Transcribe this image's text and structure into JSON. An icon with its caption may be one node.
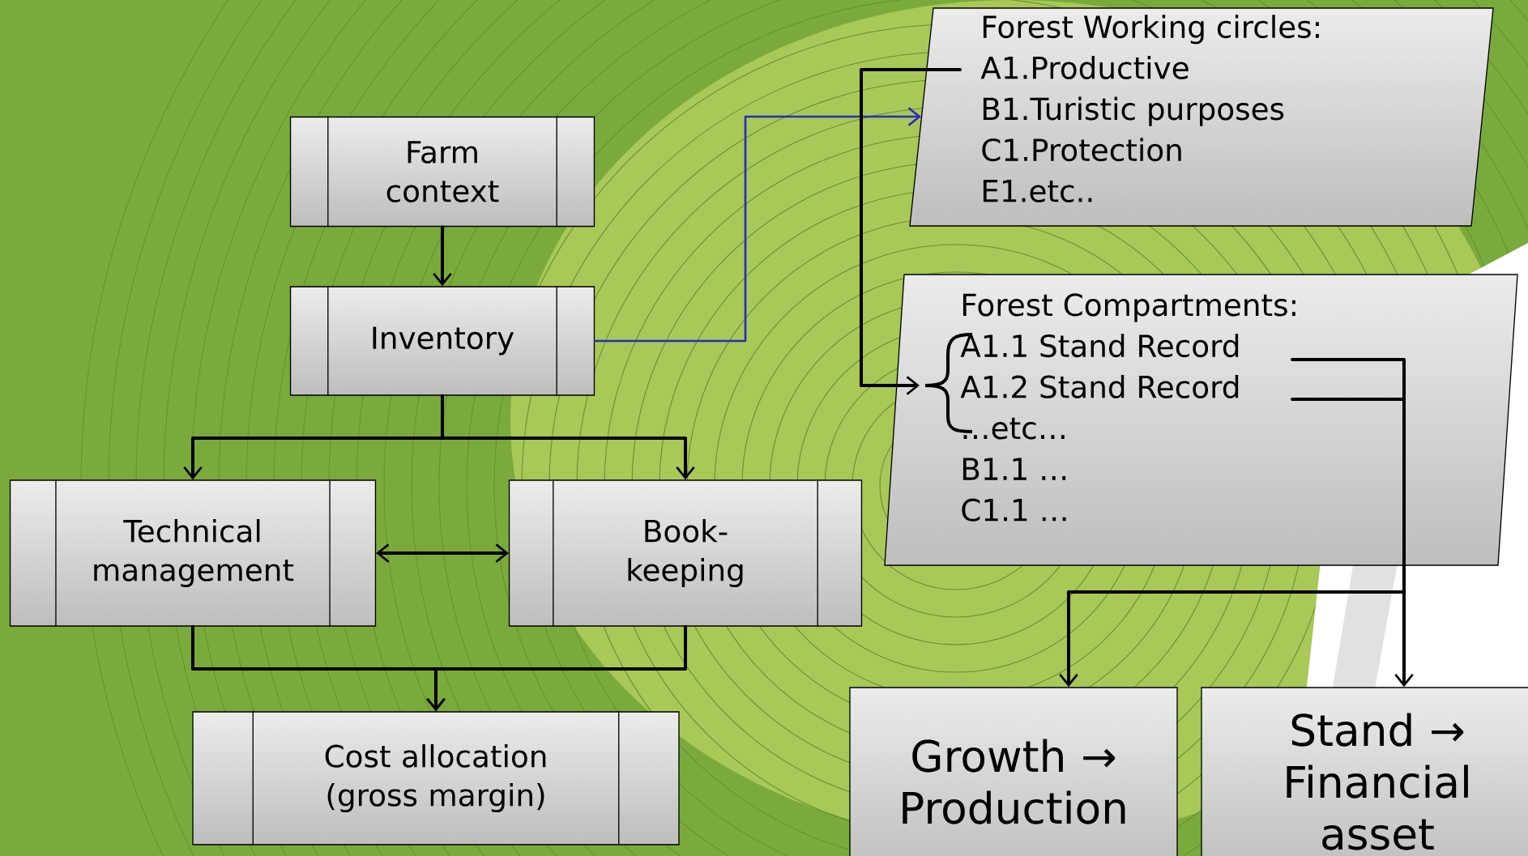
{
  "diagram": {
    "nodes": [
      {
        "text": [
          "Farm context"
        ]
      },
      {
        "text": [
          "Inventory"
        ]
      },
      {
        "text": [
          "Technical management"
        ]
      },
      {
        "text": [
          "Book-keeping"
        ]
      },
      {
        "text": [
          "Cost allocation (gross margin)"
        ]
      },
      {
        "text": [
          "Forest Working circles:",
          "A1.Productive",
          "B1.Turistic purposes",
          "C1.Protection",
          "E1.etc.."
        ]
      },
      {
        "text": [
          "Forest Compartments:",
          "A1.1 Stand Record",
          "A1.2 Stand Record",
          "…etc…",
          "B1.1 …",
          "C1.1 …"
        ]
      },
      {
        "text": [
          "Growth → Production"
        ]
      },
      {
        "text": [
          "Stand → Financial asset"
        ]
      }
    ],
    "edges": [
      {
        "from": 0,
        "to": 1,
        "arrow": "to"
      },
      {
        "from": 1,
        "to": 5,
        "arrow": "to",
        "color": "#2b2bbf"
      },
      {
        "from": 1,
        "to": 2,
        "arrow": "to"
      },
      {
        "from": 1,
        "to": 3,
        "arrow": "to"
      },
      {
        "from": 2,
        "to": 3,
        "arrow": "both"
      },
      {
        "from": 2,
        "to": 4,
        "arrow": "to"
      },
      {
        "from": 3,
        "to": 4,
        "arrow": "to"
      },
      {
        "from": 5,
        "to": 6,
        "arrow": "to"
      },
      {
        "from": 6,
        "to": 7,
        "arrow": "to"
      },
      {
        "from": 6,
        "to": 8,
        "arrow": "to"
      }
    ]
  }
}
